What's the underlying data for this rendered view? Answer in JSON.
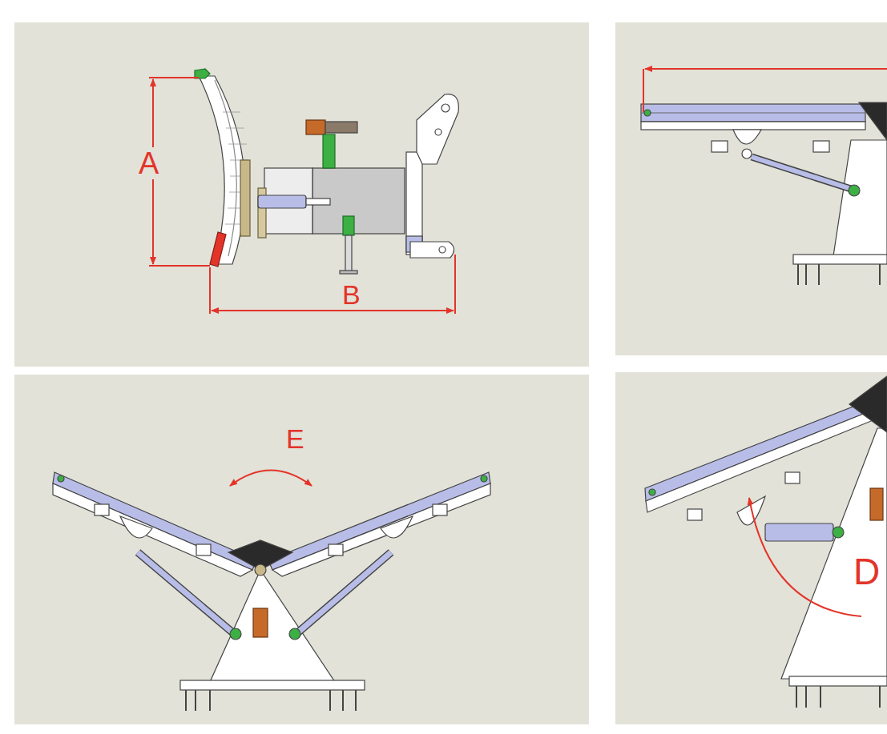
{
  "diagram": {
    "labels": [
      "A",
      "B",
      "E",
      "D"
    ]
  }
}
